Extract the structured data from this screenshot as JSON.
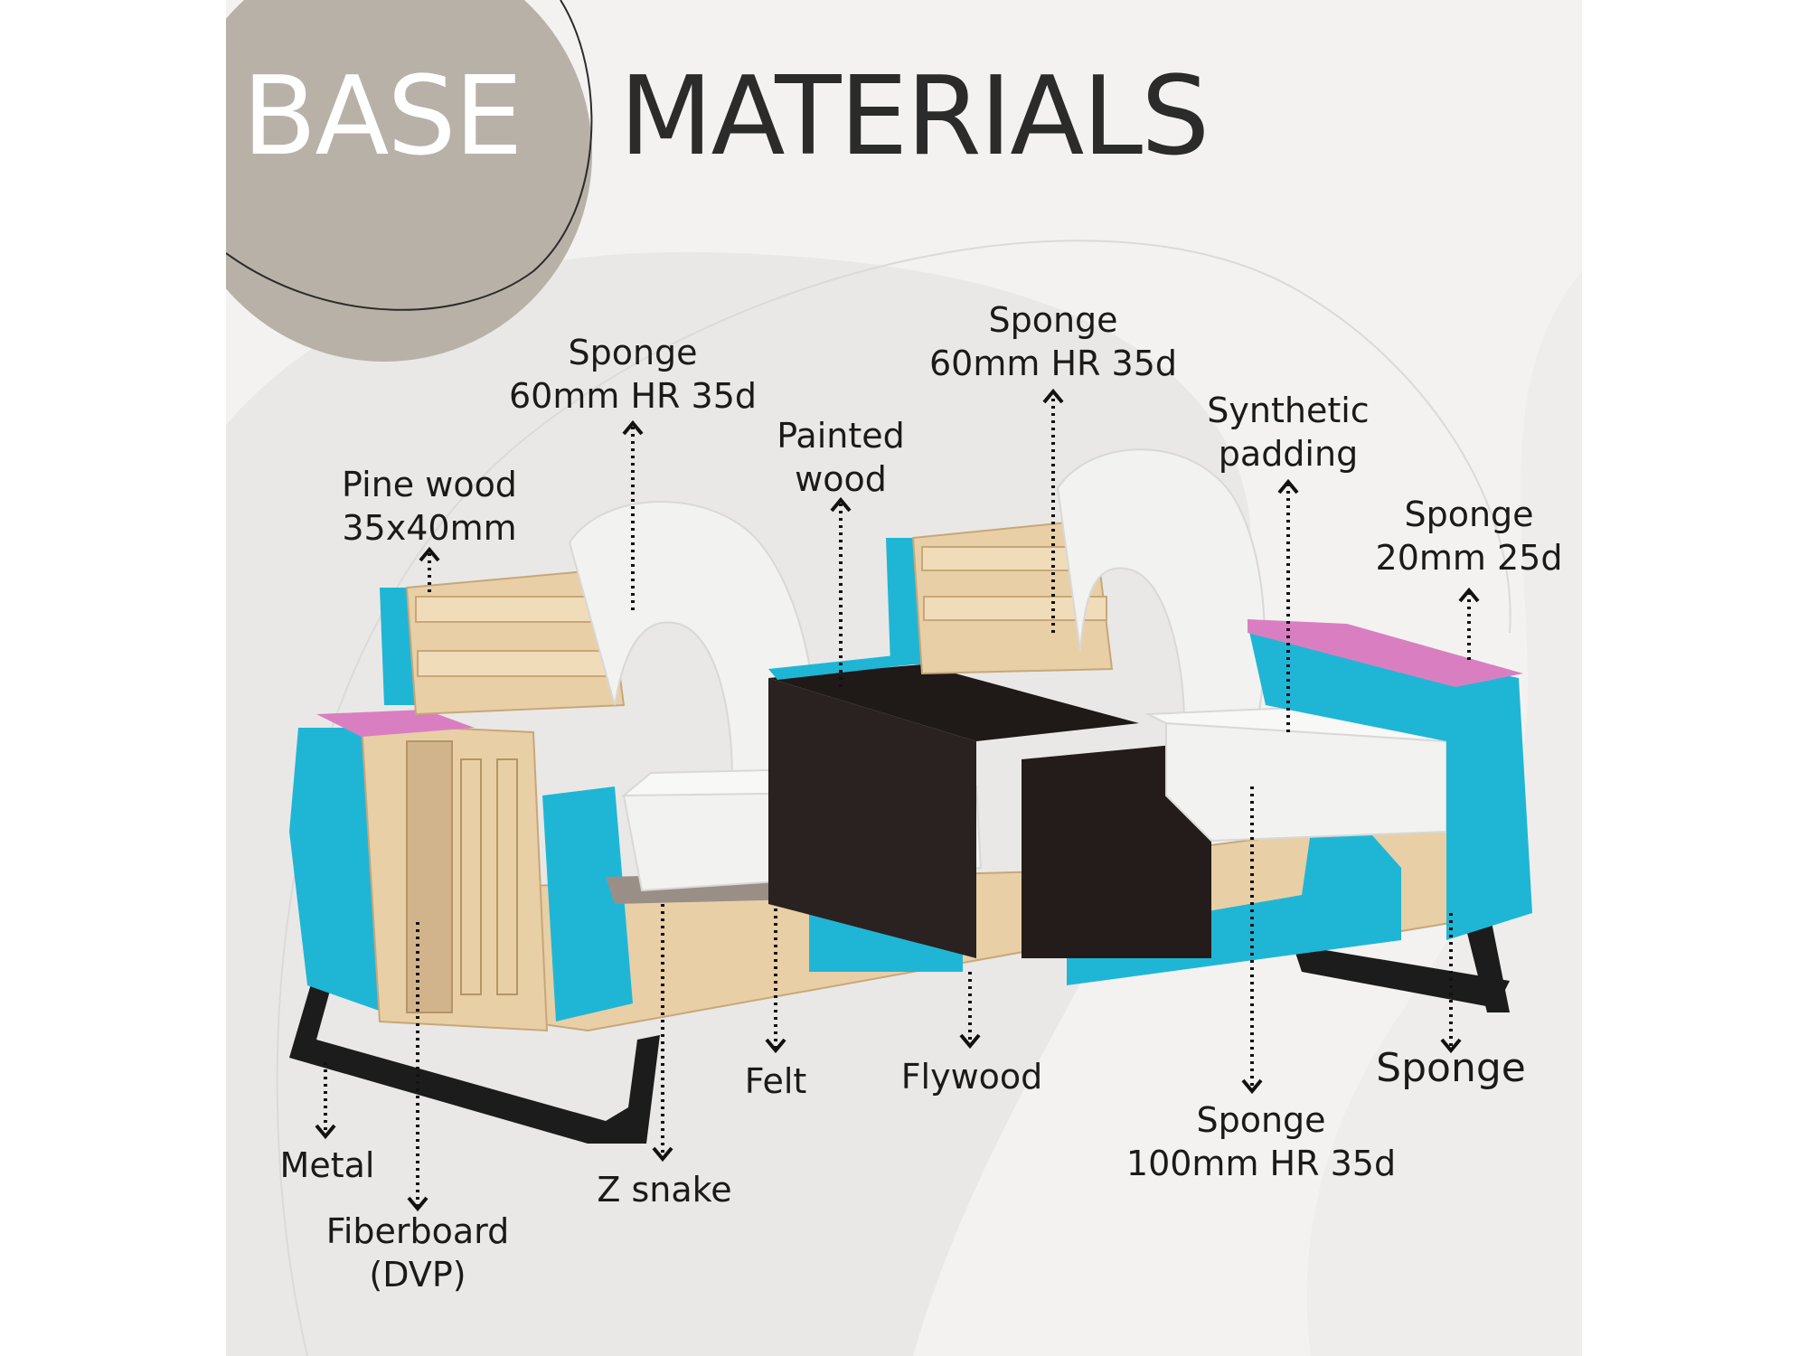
{
  "title": {
    "first_word": "BASE",
    "second_word": "MATERIALS"
  },
  "colors": {
    "background": "#f3f2f1",
    "accent_circle": "#b8b1a7",
    "foam_blue": "#1fb6d6",
    "foam_pink": "#d97fc1",
    "foam_white": "#f2f2f0",
    "pine_wood": "#e8cfa6",
    "painted_wood": "#2a2220",
    "metal": "#1c1c1c"
  },
  "labels": {
    "pine_wood": {
      "line1": "Pine wood",
      "line2": "35x40mm"
    },
    "sponge_back_left": {
      "line1": "Sponge",
      "line2": "60mm HR 35d"
    },
    "painted_wood": {
      "line1": "Painted",
      "line2": "wood"
    },
    "sponge_back_right": {
      "line1": "Sponge",
      "line2": "60mm HR 35d"
    },
    "synthetic_padding": {
      "line1": "Synthetic",
      "line2": "padding"
    },
    "sponge_arm": {
      "line1": "Sponge",
      "line2": "20mm 25d"
    },
    "felt": {
      "line1": "Felt"
    },
    "flywood": {
      "line1": "Flywood"
    },
    "sponge_side": {
      "line1": "Sponge"
    },
    "sponge_seat": {
      "line1": "Sponge",
      "line2": "100mm HR 35d"
    },
    "metal": {
      "line1": "Metal"
    },
    "fiberboard": {
      "line1": "Fiberboard",
      "line2": "(DVP)"
    },
    "z_snake": {
      "line1": "Z snake"
    }
  }
}
